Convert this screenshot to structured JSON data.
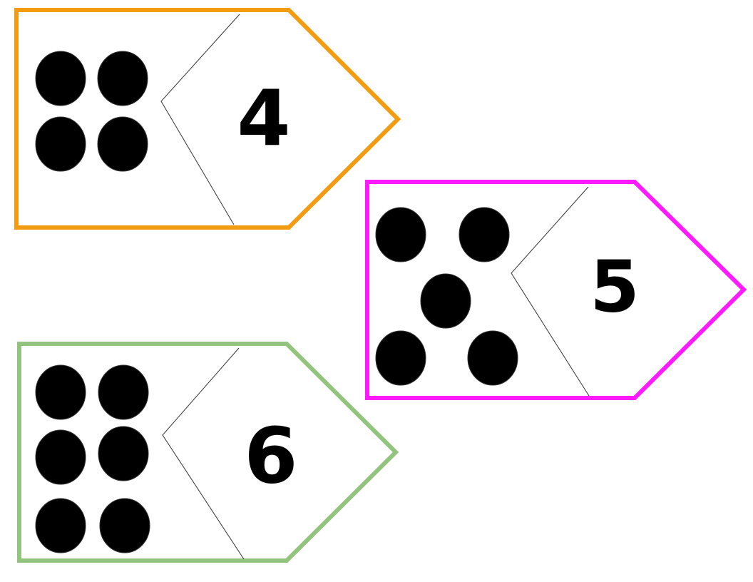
{
  "cards": [
    {
      "numeral": "4",
      "dot_count": 4,
      "border_color": "#f39c12"
    },
    {
      "numeral": "5",
      "dot_count": 5,
      "border_color": "#ff1aff"
    },
    {
      "numeral": "6",
      "dot_count": 6,
      "border_color": "#93c47d"
    }
  ],
  "dot_color": "#000000",
  "divider_color": "#333333"
}
